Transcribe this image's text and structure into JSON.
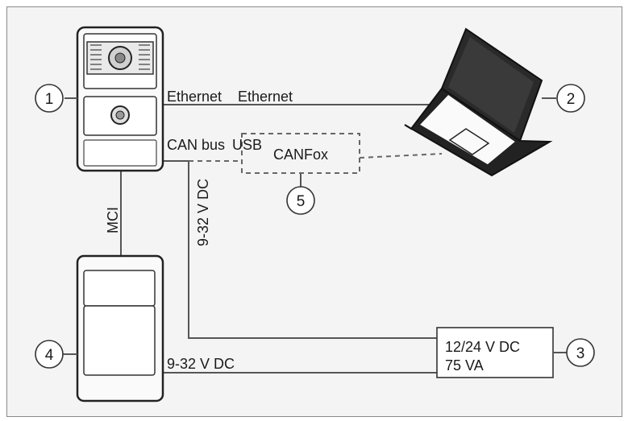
{
  "callouts": {
    "camera": "1",
    "laptop": "2",
    "power_supply": "3",
    "mci_module": "4",
    "canfox": "5"
  },
  "wire_labels": {
    "ethernet_left": "Ethernet",
    "ethernet_right": "Ethernet",
    "can_bus": "CAN bus",
    "usb": "USB",
    "mci": "MCI",
    "power_vertical": "9-32 V DC",
    "power_horizontal": "9-32 V DC"
  },
  "canfox": {
    "label": "CANFox"
  },
  "power_supply": {
    "line1": "12/24 V DC",
    "line2": "75 VA"
  }
}
